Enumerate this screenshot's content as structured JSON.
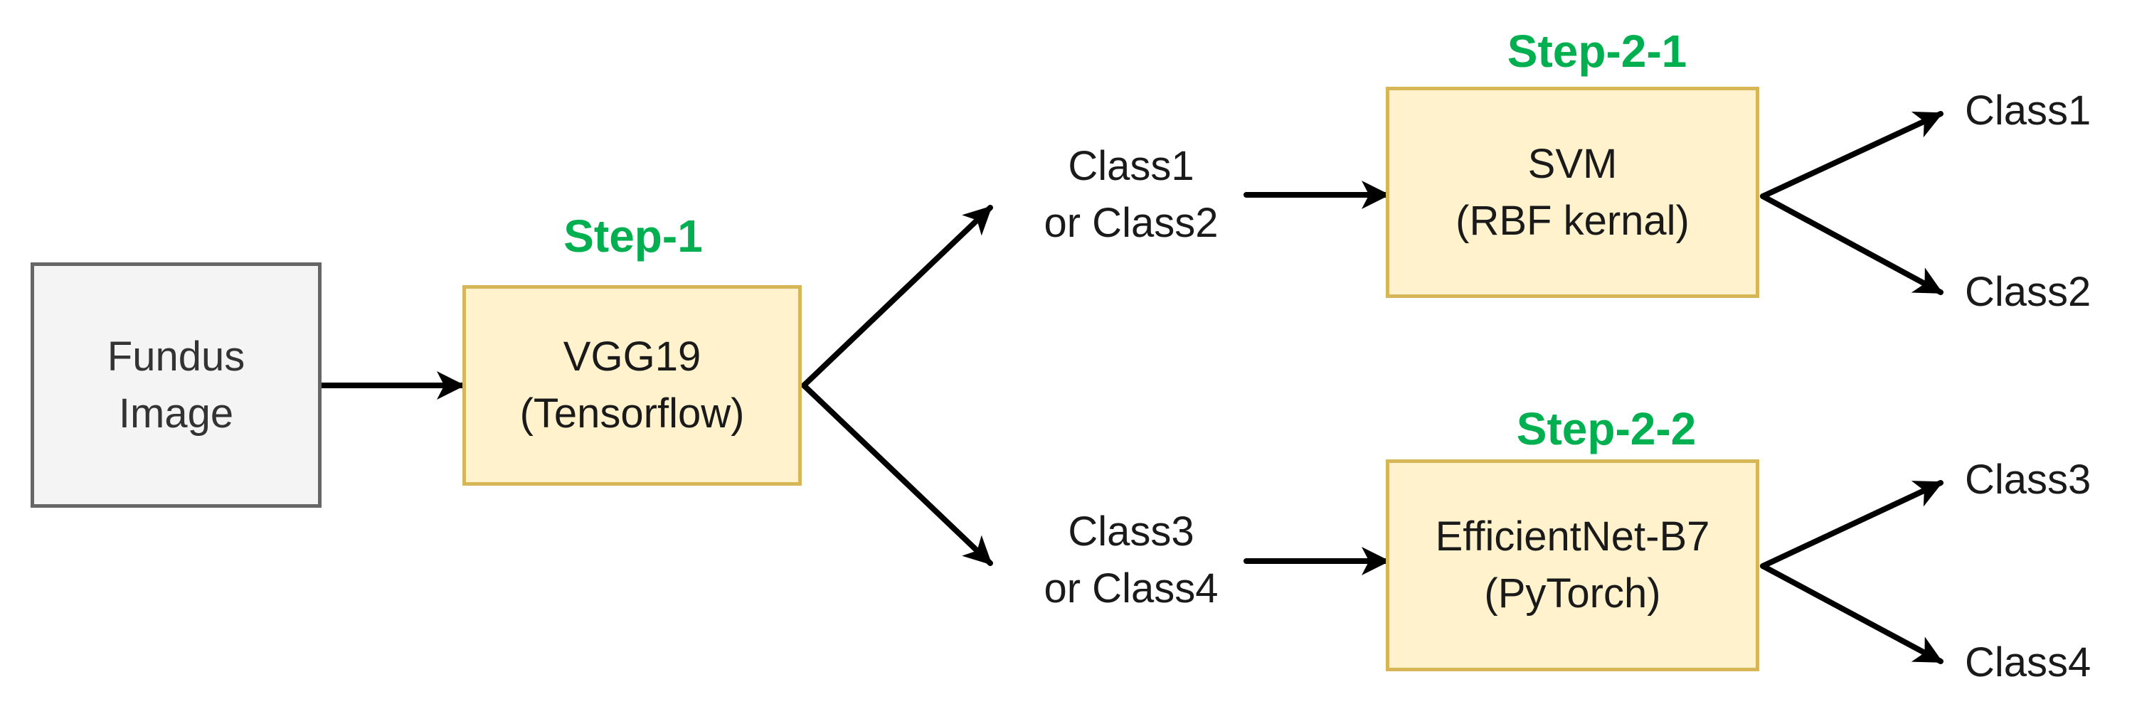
{
  "nodes": {
    "input": {
      "line1": "Fundus",
      "line2": "Image"
    },
    "step1_model": {
      "line1": "VGG19",
      "line2": "(Tensorflow)"
    },
    "step21_model": {
      "line1": "SVM",
      "line2": "(RBF kernal)"
    },
    "step22_model": {
      "line1": "EfficientNet-B7",
      "line2": "(PyTorch)"
    }
  },
  "steps": {
    "step1": "Step-1",
    "step21": "Step-2-1",
    "step22": "Step-2-2"
  },
  "branch_labels": {
    "upper": {
      "line1": "Class1",
      "line2": "or Class2"
    },
    "lower": {
      "line1": "Class3",
      "line2": "or Class4"
    }
  },
  "outputs": {
    "class1": "Class1",
    "class2": "Class2",
    "class3": "Class3",
    "class4": "Class4"
  },
  "colors": {
    "step_label": "#00b050",
    "model_fill": "#fff2cc",
    "model_border": "#d6b656",
    "input_fill": "#f4f4f4",
    "input_border": "#666666",
    "arrow": "#000000"
  }
}
